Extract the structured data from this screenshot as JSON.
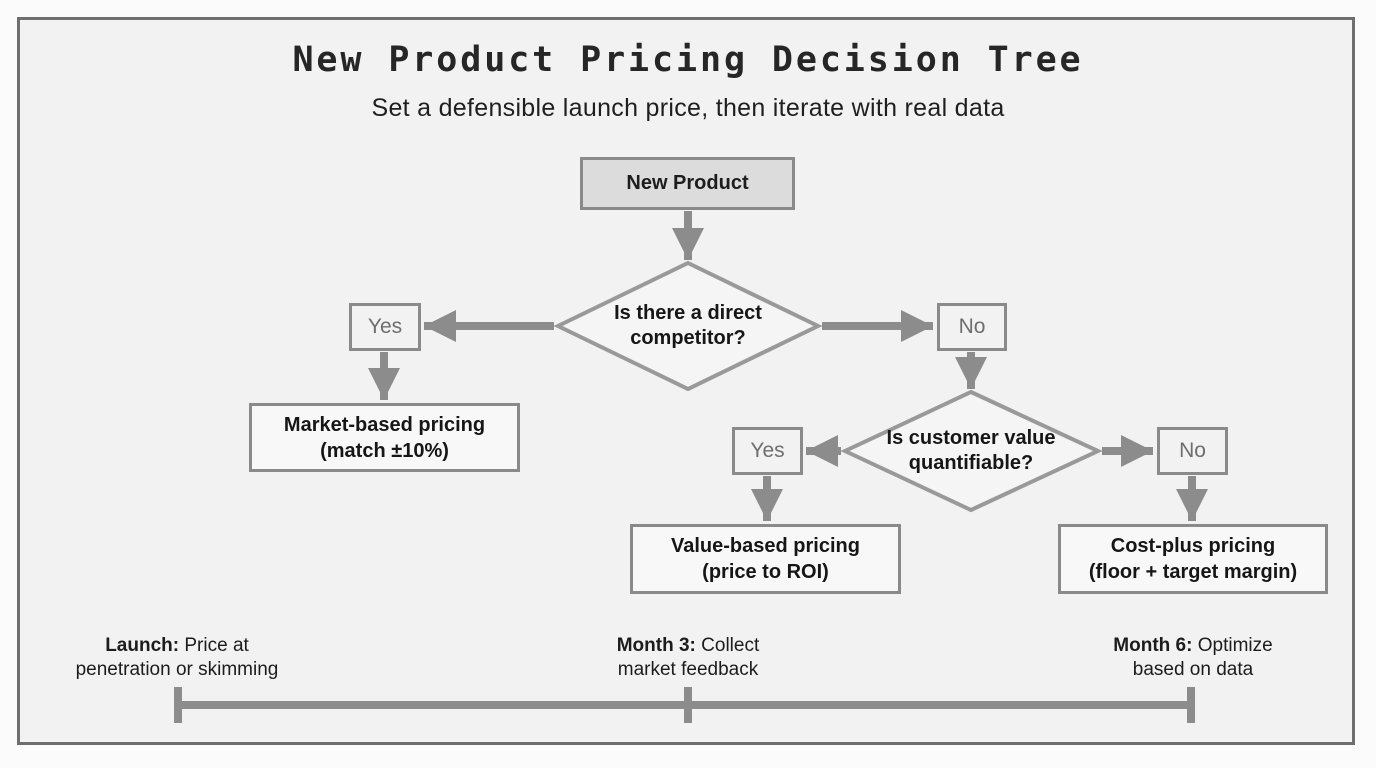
{
  "header": {
    "title": "New Product Pricing Decision Tree",
    "subtitle": "Set a defensible launch price, then iterate with real data"
  },
  "flowchart": {
    "start": {
      "label": "New Product"
    },
    "decision_competitor": {
      "line1": "Is there a direct",
      "line2": "competitor?"
    },
    "branch_competitor_yes": {
      "label": "Yes"
    },
    "branch_competitor_no": {
      "label": "No"
    },
    "outcome_market": {
      "line1": "Market-based pricing",
      "line2": "(match ±10%)"
    },
    "decision_value": {
      "line1": "Is customer value",
      "line2": "quantifiable?"
    },
    "branch_value_yes": {
      "label": "Yes"
    },
    "branch_value_no": {
      "label": "No"
    },
    "outcome_value": {
      "line1": "Value-based pricing",
      "line2": "(price to ROI)"
    },
    "outcome_cost": {
      "line1": "Cost-plus pricing",
      "line2": "(floor + target margin)"
    }
  },
  "timeline": {
    "milestones": [
      {
        "prefix": "Launch:",
        "rest": " Price at",
        "line2": "penetration or skimming"
      },
      {
        "prefix": "Month 3:",
        "rest": " Collect",
        "line2": "market feedback"
      },
      {
        "prefix": "Month 6:",
        "rest": " Optimize",
        "line2": "based on data"
      }
    ]
  },
  "colors": {
    "page_background": "#f2f2f2",
    "frame_border": "#6e6e6e",
    "connector": "#8c8c8c",
    "node_border": "#8a8a8a",
    "start_fill": "#dcdcdc",
    "outcome_fill": "#f8f8f8",
    "diamond_fill": "#f5f5f5",
    "text_dark": "#1d1d1d",
    "text_muted": "#6e6e6e"
  }
}
